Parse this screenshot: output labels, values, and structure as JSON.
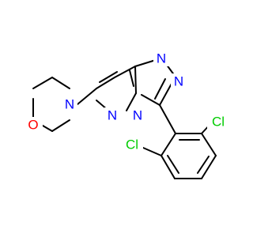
{
  "colors": {
    "nitrogen": "#0000ff",
    "oxygen": "#ff0000",
    "chlorine": "#00cc00",
    "bond": "#000000",
    "background": "#ffffff"
  },
  "atoms": {
    "o_morpholine": "O",
    "n_morpholine": "N",
    "n_pyridazine": "N",
    "n_bridge": "N",
    "n_triazole_top": "N",
    "n_triazole_right": "N",
    "cl_top": "Cl",
    "cl_left": "Cl"
  }
}
